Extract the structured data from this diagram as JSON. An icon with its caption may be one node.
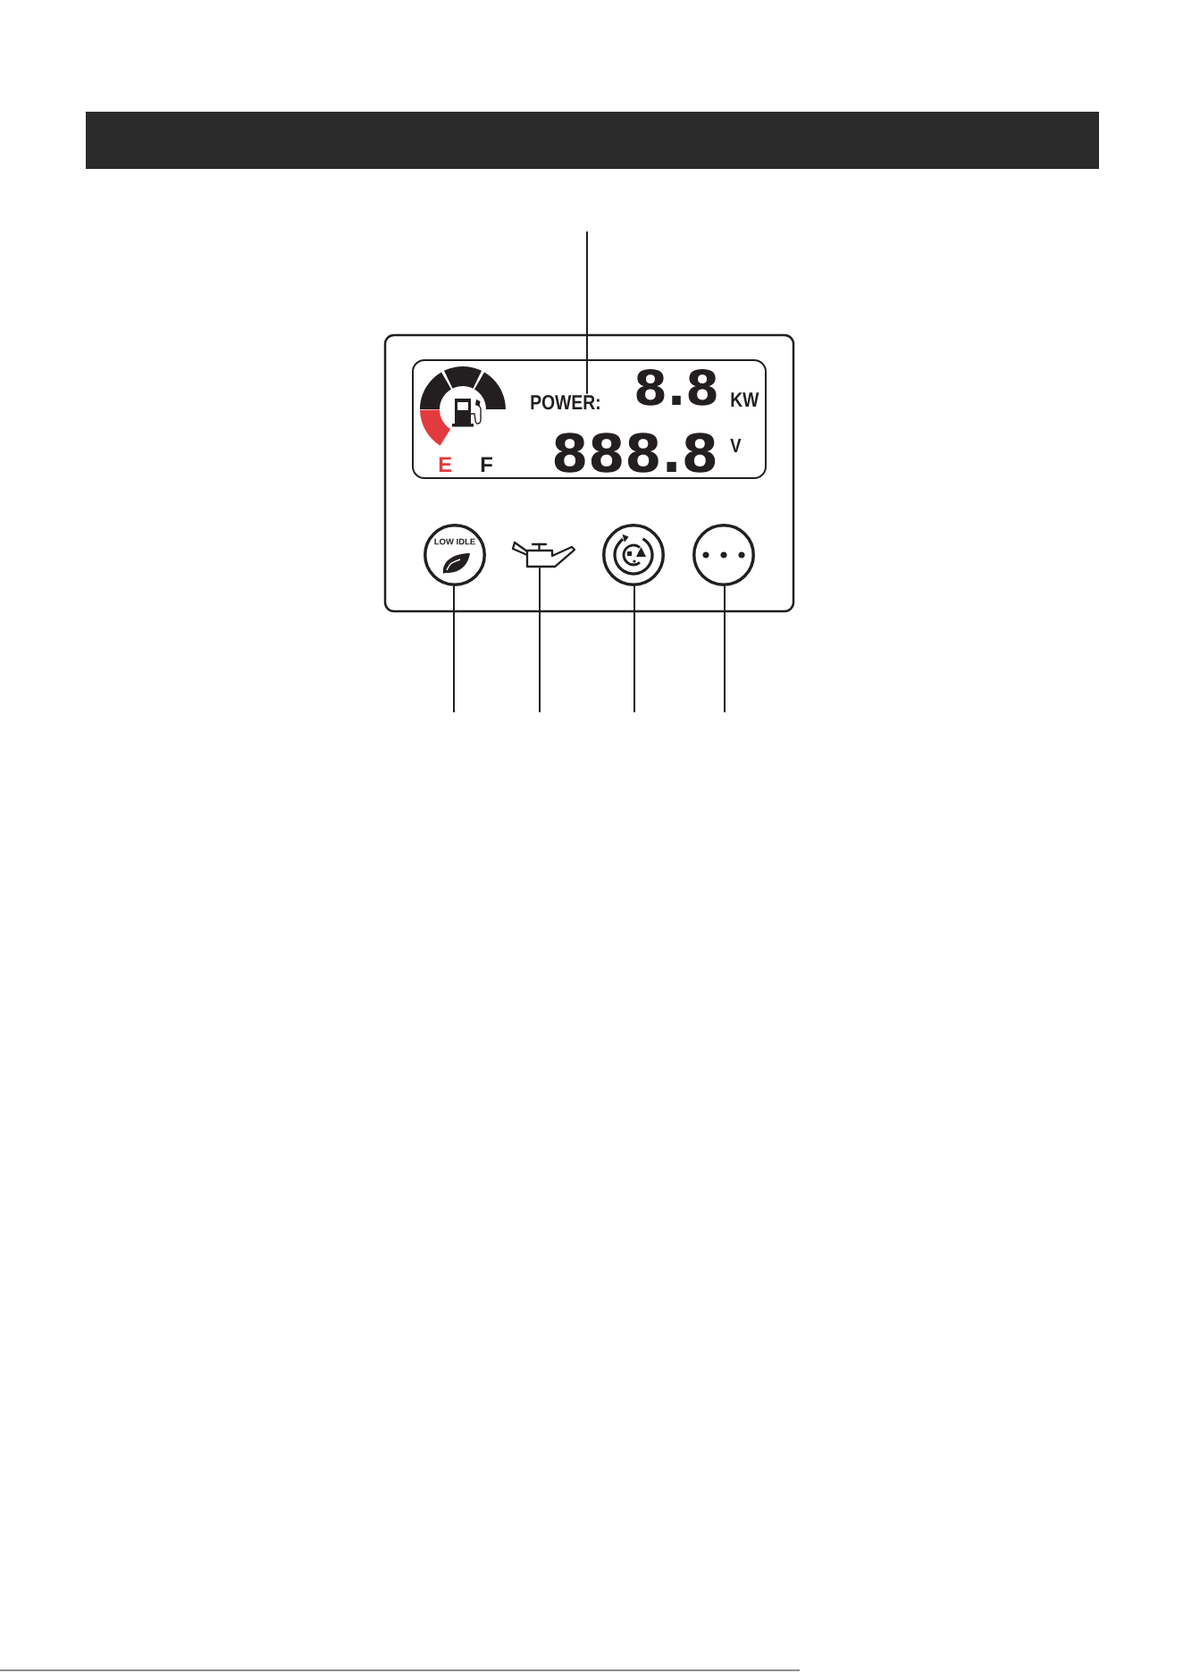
{
  "diagram": {
    "nodes": [
      {
        "text": [],
        "shape": "box"
      },
      {
        "text": [],
        "shape": "box",
        "in": 0
      },
      {
        "text": [
          "E",
          "F"
        ],
        "in": 1
      },
      {
        "text": [
          "POWER:",
          "8.8",
          "KW"
        ],
        "in": 1
      },
      {
        "text": [
          "888.8",
          "V"
        ],
        "in": 1
      },
      {
        "text": [
          "LOW IDLE"
        ],
        "in": 0
      },
      {
        "text": [],
        "shape": "picture",
        "in": 0
      },
      {
        "text": [],
        "shape": "circle",
        "in": 0
      },
      {
        "text": [],
        "shape": "circle",
        "in": 0
      }
    ],
    "edges": [
      {
        "from": null,
        "to": 3,
        "arrow": "none"
      },
      {
        "from": null,
        "to": 5,
        "arrow": "none"
      },
      {
        "from": null,
        "to": 6,
        "arrow": "none"
      },
      {
        "from": null,
        "to": 7,
        "arrow": "none"
      },
      {
        "from": null,
        "to": 8,
        "arrow": "none"
      }
    ]
  }
}
